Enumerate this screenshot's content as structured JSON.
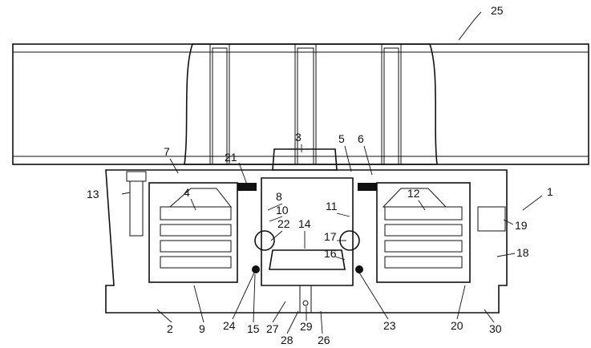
{
  "labels": [
    {
      "id": "25",
      "text": "25"
    },
    {
      "id": "3",
      "text": "3"
    },
    {
      "id": "5",
      "text": "5"
    },
    {
      "id": "6",
      "text": "6"
    },
    {
      "id": "7",
      "text": "7"
    },
    {
      "id": "21",
      "text": "21"
    },
    {
      "id": "13",
      "text": "13"
    },
    {
      "id": "4",
      "text": "4"
    },
    {
      "id": "8",
      "text": "8"
    },
    {
      "id": "10",
      "text": "10"
    },
    {
      "id": "11",
      "text": "11"
    },
    {
      "id": "12",
      "text": "12"
    },
    {
      "id": "1",
      "text": "1"
    },
    {
      "id": "22",
      "text": "22"
    },
    {
      "id": "14",
      "text": "14"
    },
    {
      "id": "17",
      "text": "17"
    },
    {
      "id": "19",
      "text": "19"
    },
    {
      "id": "16",
      "text": "16"
    },
    {
      "id": "18",
      "text": "18"
    },
    {
      "id": "2",
      "text": "2"
    },
    {
      "id": "9",
      "text": "9"
    },
    {
      "id": "24",
      "text": "24"
    },
    {
      "id": "15",
      "text": "15"
    },
    {
      "id": "27",
      "text": "27"
    },
    {
      "id": "28",
      "text": "28"
    },
    {
      "id": "29",
      "text": "29"
    },
    {
      "id": "26",
      "text": "26"
    },
    {
      "id": "23",
      "text": "23"
    },
    {
      "id": "20",
      "text": "20"
    },
    {
      "id": "30",
      "text": "30"
    }
  ]
}
